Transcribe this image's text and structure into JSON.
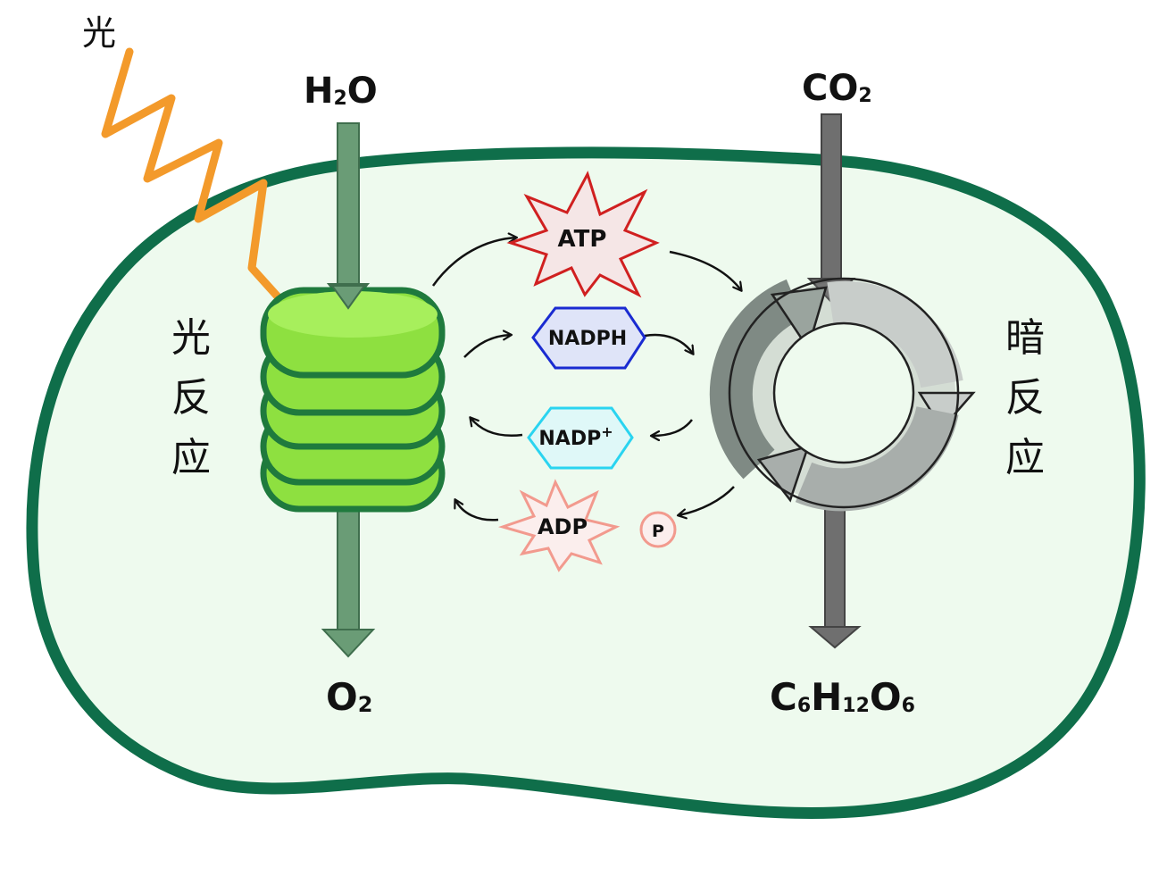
{
  "labels": {
    "light": "光",
    "h2o_main": "H",
    "h2o_sub": "2",
    "h2o_end": "O",
    "co2_main": "CO",
    "co2_sub": "2",
    "o2_main": "O",
    "o2_sub": "2",
    "glucose": [
      "C",
      "6",
      "H",
      "12",
      "O",
      "6"
    ],
    "light_reaction": [
      "光",
      "反",
      "应"
    ],
    "dark_reaction": [
      "暗",
      "反",
      "应"
    ]
  },
  "molecules": {
    "atp": "ATP",
    "nadph": "NADPH",
    "nadp_plus": "NADP",
    "nadp_plus_sup": "+",
    "adp": "ADP",
    "pi": "P"
  },
  "colors": {
    "chloroplast_fill": "#eefaee",
    "chloroplast_stroke": "#0f6e4a",
    "light_wave": "#f39a2b",
    "thylakoid_fill": "#8ee040",
    "thylakoid_stroke": "#1f7a3d",
    "green_arrow": "#6a9c76",
    "gray_arrow": "#6f6f6f",
    "atp_stroke": "#d02020",
    "atp_fill": "#f5e6e6",
    "nadph_stroke": "#1a2bd1",
    "nadph_fill": "#dfe4f8",
    "nadp_stroke": "#2ad4f0",
    "nadp_fill": "#dff8f8",
    "adp_stroke": "#f29a8e",
    "adp_fill": "#fbeeed"
  }
}
